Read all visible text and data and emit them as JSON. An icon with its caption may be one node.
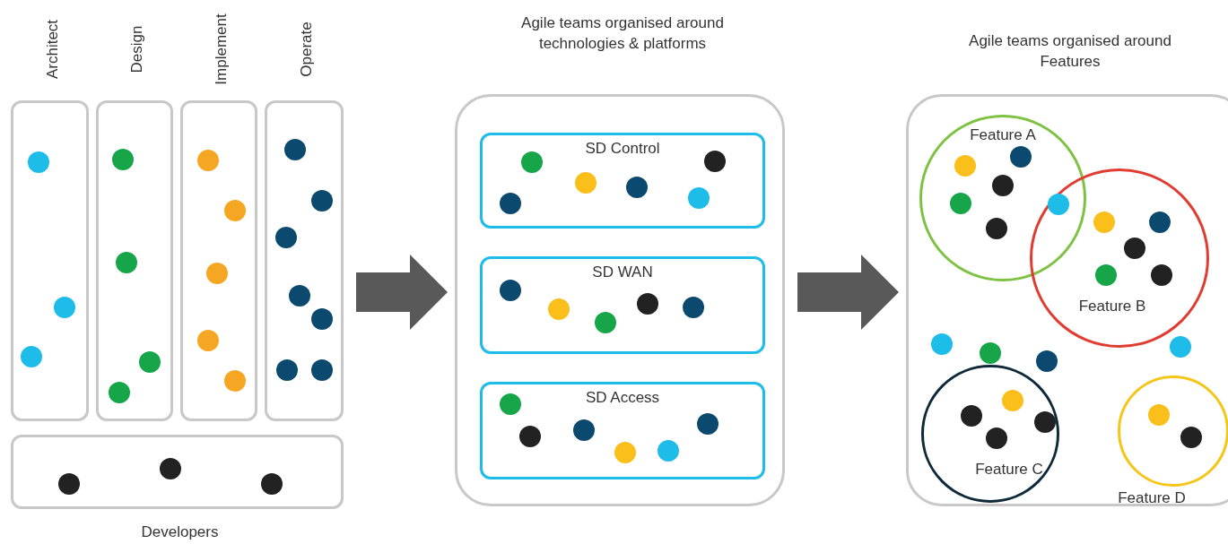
{
  "diagram": {
    "nodes": [
      {
        "text": [
          "Architect"
        ]
      },
      {
        "text": [
          "Design"
        ]
      },
      {
        "text": [
          "Implement"
        ]
      },
      {
        "text": [
          "Operate"
        ]
      },
      {
        "text": [
          "Developers"
        ]
      },
      {
        "text": [
          "Agile teams organised around technologies & platforms"
        ]
      },
      {
        "text": [
          "SD Control"
        ],
        "in": 5
      },
      {
        "text": [
          "SD WAN"
        ],
        "in": 5
      },
      {
        "text": [
          "SD Access"
        ],
        "in": 5
      },
      {
        "text": [
          "Agile teams organised around Features"
        ]
      },
      {
        "text": [
          "Feature A"
        ],
        "in": 9
      },
      {
        "text": [
          "Feature B"
        ],
        "in": 9
      },
      {
        "text": [
          "Feature C"
        ],
        "in": 9
      },
      {
        "text": [
          "Feature D"
        ],
        "in": 9
      }
    ],
    "edges": [
      {
        "from": 3,
        "to": 5,
        "arrow": "to"
      },
      {
        "from": 5,
        "to": 9,
        "arrow": "to"
      }
    ]
  }
}
